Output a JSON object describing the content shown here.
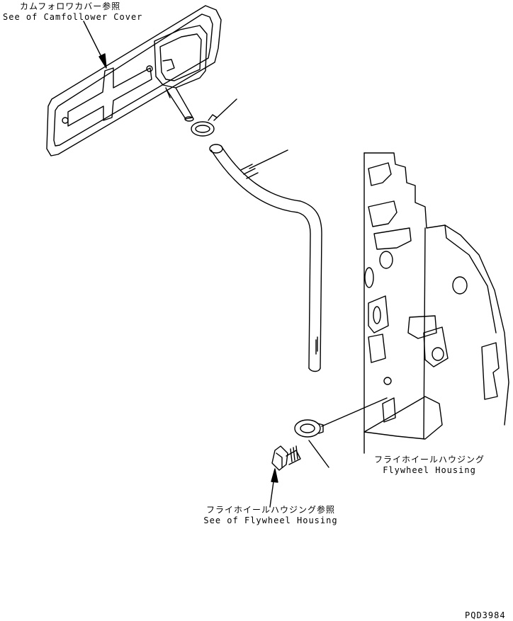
{
  "labels": {
    "camfollower_jp": "カムフォロワカバー参照",
    "camfollower_en": "See of Camfollower Cover",
    "flywheel_housing_jp": "フライホイールハウジング",
    "flywheel_housing_en": "Flywheel Housing",
    "flywheel_ref_jp": "フライホイールハウジング参照",
    "flywheel_ref_en": "See of Flywheel Housing",
    "drawing_code": "PQD3984"
  },
  "colors": {
    "line": "#000000",
    "background": "#ffffff"
  }
}
